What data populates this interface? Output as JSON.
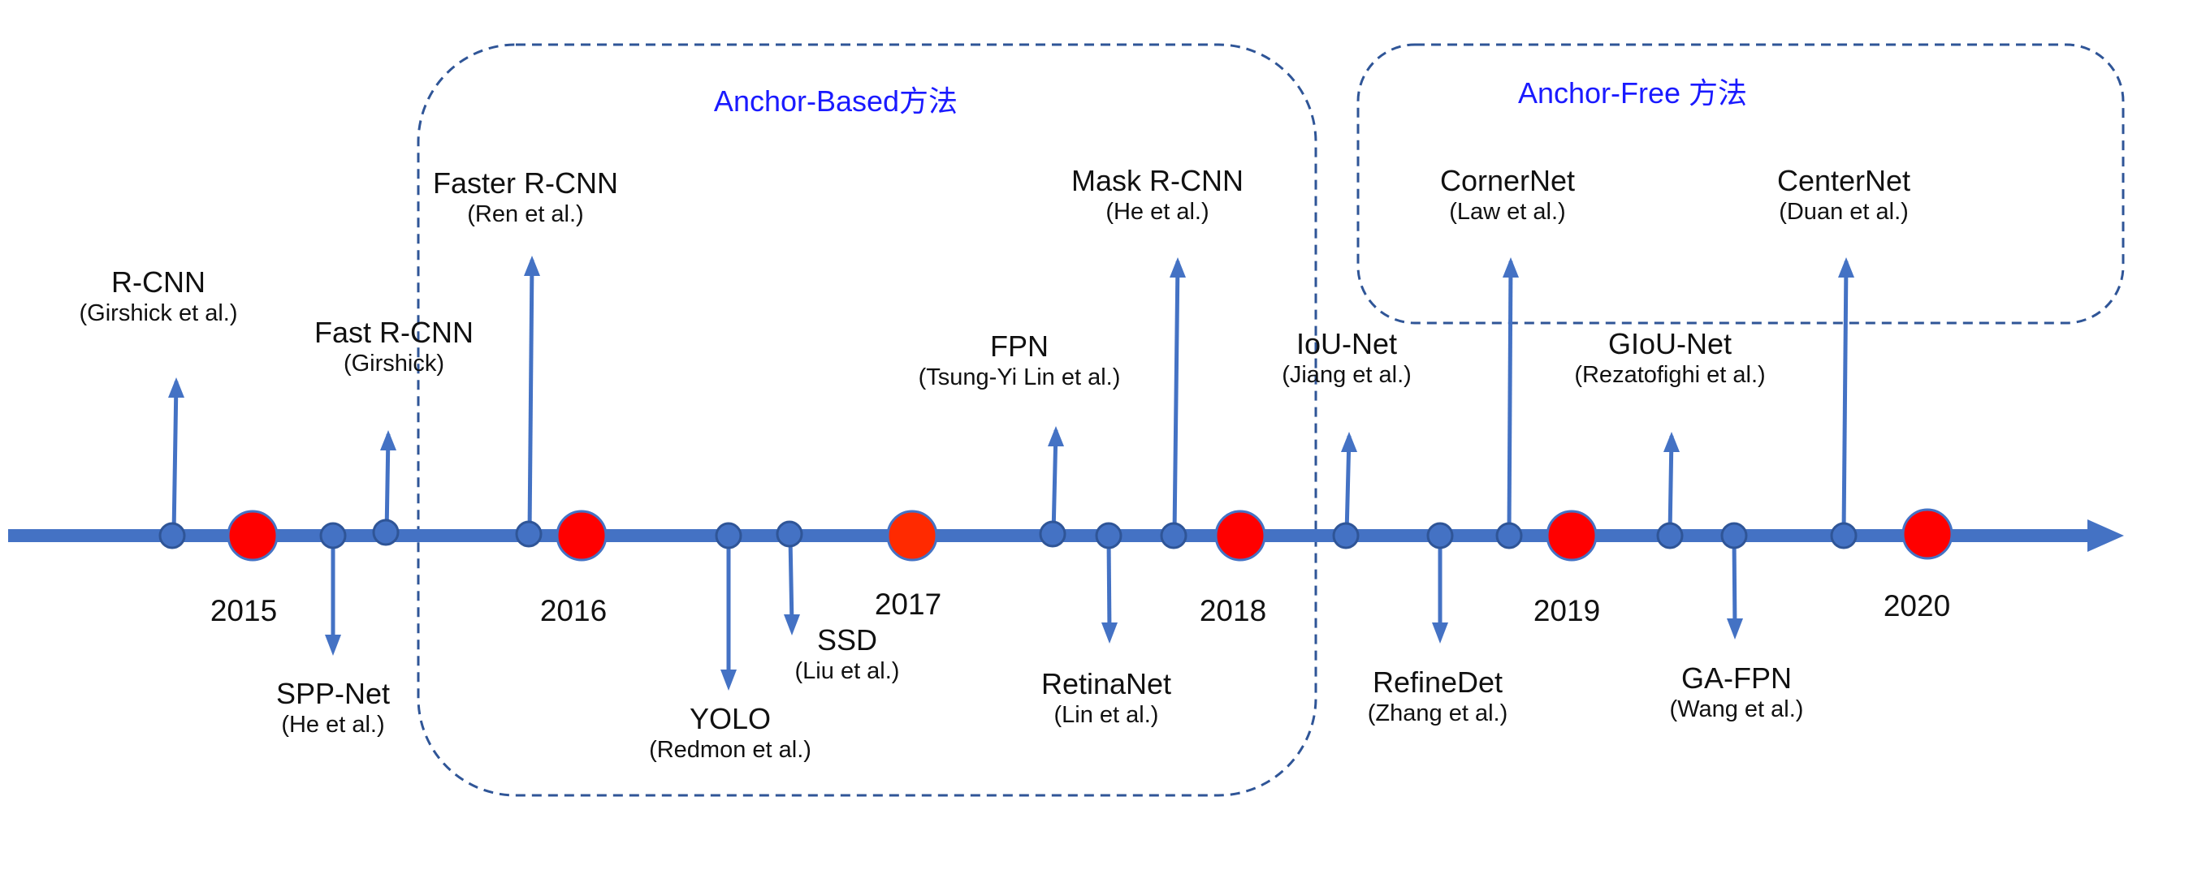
{
  "regions": {
    "anchor_based": {
      "title": "Anchor-Based方法"
    },
    "anchor_free": {
      "title": "Anchor-Free 方法"
    }
  },
  "years": [
    "2015",
    "2016",
    "2017",
    "2018",
    "2019",
    "2020"
  ],
  "methods": {
    "rcnn": {
      "name": "R-CNN",
      "authors": "(Girshick et al.)"
    },
    "sppnet": {
      "name": "SPP-Net",
      "authors": "(He et al.)"
    },
    "fast_rcnn": {
      "name": "Fast R-CNN",
      "authors": "(Girshick)"
    },
    "faster_rcnn": {
      "name": "Faster R-CNN",
      "authors": "(Ren et al.)"
    },
    "yolo": {
      "name": "YOLO",
      "authors": "(Redmon et al.)"
    },
    "ssd": {
      "name": "SSD",
      "authors": "(Liu et al.)"
    },
    "fpn": {
      "name": "FPN",
      "authors": "(Tsung-Yi Lin et al.)"
    },
    "retinanet": {
      "name": "RetinaNet",
      "authors": "(Lin et al.)"
    },
    "mask_rcnn": {
      "name": "Mask R-CNN",
      "authors": "(He et al.)"
    },
    "iou_net": {
      "name": "IoU-Net",
      "authors": "(Jiang et al.)"
    },
    "refinedet": {
      "name": "RefineDet",
      "authors": "(Zhang et al.)"
    },
    "cornernet": {
      "name": "CornerNet",
      "authors": "(Law et al.)"
    },
    "giou_net": {
      "name": "GIoU-Net",
      "authors": "(Rezatofighi et al.)"
    },
    "ga_fpn": {
      "name": "GA-FPN",
      "authors": "(Wang et al.)"
    },
    "centernet": {
      "name": "CenterNet",
      "authors": "(Duan et al.)"
    }
  },
  "colors": {
    "timeline": "#4472c4",
    "node_fill": "#4472c4",
    "node_stroke": "#2f5597",
    "year_marker": "#ff0000",
    "year_marker_2017": "#ff2a00",
    "region_border": "#2f5597",
    "region_title": "#1a1aff"
  }
}
